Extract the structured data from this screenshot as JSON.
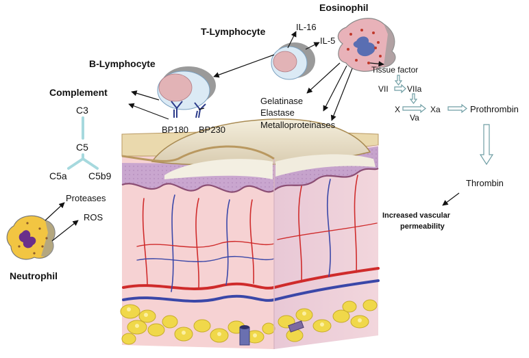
{
  "cells": {
    "eosinophil": "Eosinophil",
    "t_lymphocyte": "T-Lymphocyte",
    "b_lymphocyte": "B-Lymphocyte",
    "neutrophil": "Neutrophil"
  },
  "complement": {
    "title": "Complement",
    "c3": "C3",
    "c5": "C5",
    "c5a": "C5a",
    "c5b9": "C5b9"
  },
  "cytokines": {
    "il16": "IL-16",
    "il5": "IL-5"
  },
  "antigens": {
    "bp180": "BP180",
    "bp230": "BP230"
  },
  "eosinophil_products": {
    "gelatinase": "Gelatinase",
    "elastase": "Elastase",
    "metalloproteinases": "Metalloproteinases"
  },
  "coagulation": {
    "tissue_factor": "Tissue factor",
    "vii": "VII",
    "viia": "VIIa",
    "x": "X",
    "xa": "Xa",
    "va": "Va",
    "prothrombin": "Prothrombin",
    "thrombin": "Thrombin",
    "permeability_line1": "Increased vascular",
    "permeability_line2": "permeability"
  },
  "neutrophil_products": {
    "proteases": "Proteases",
    "ros": "ROS"
  },
  "colors": {
    "link": "#a6d9de",
    "double_arrow": "#7fb2b8",
    "antibody": "#2b3a8a",
    "blister": "#e9e1cc",
    "epidermis": "#c9a6cf",
    "dermis": "#f3c6c9",
    "fat": "#f0d84a",
    "vessel_red": "#cf2b2b",
    "vessel_blue": "#3a47a8"
  }
}
